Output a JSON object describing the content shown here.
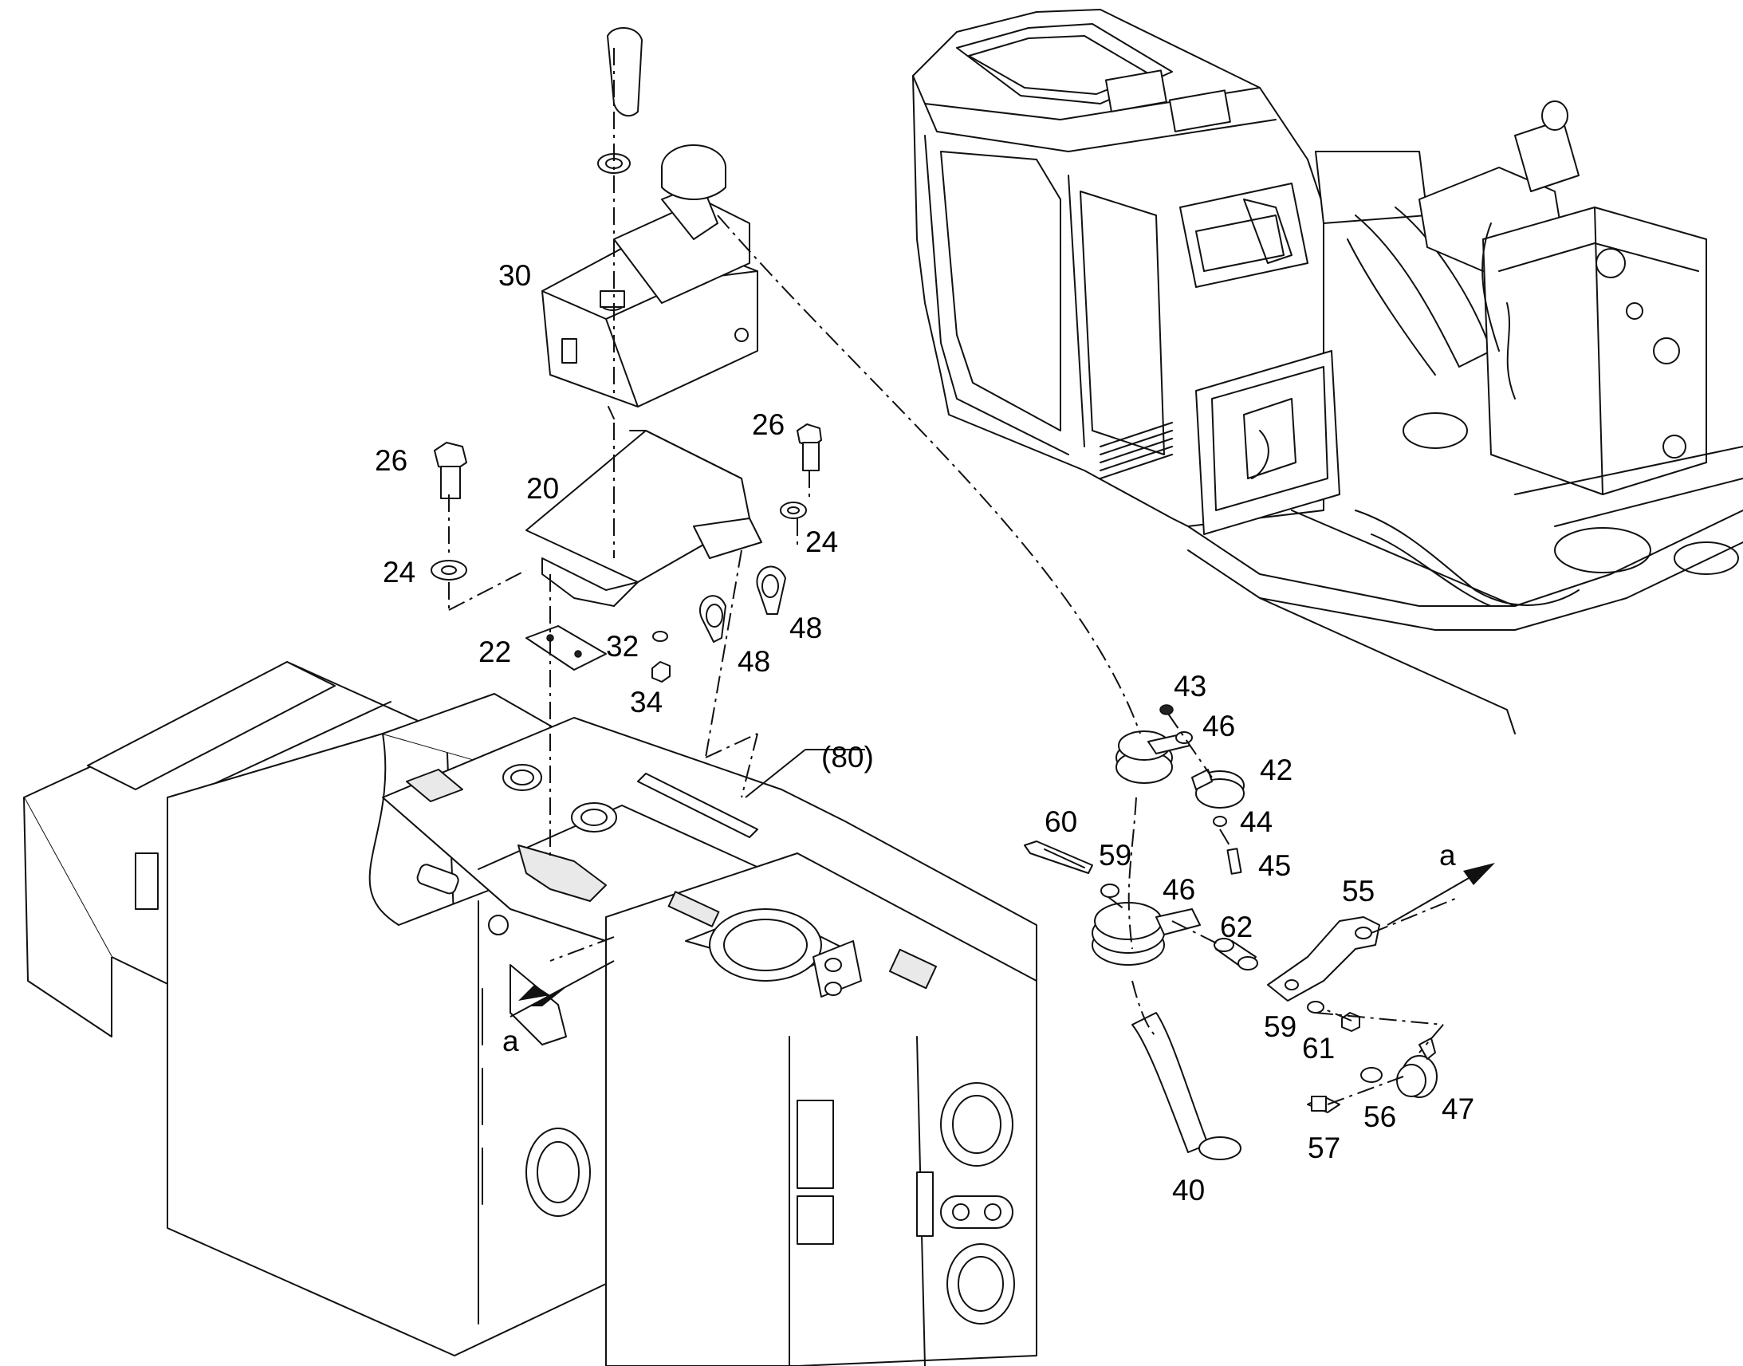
{
  "diagram": {
    "callouts": {
      "c30": "30",
      "c26a": "26",
      "c26b": "26",
      "c20": "20",
      "c24a": "24",
      "c24b": "24",
      "c22": "22",
      "c32": "32",
      "c34": "34",
      "c48a": "48",
      "c48b": "48",
      "c80": "(80)",
      "c43": "43",
      "c46a": "46",
      "c42": "42",
      "c44": "44",
      "c45": "45",
      "c60": "60",
      "c59a": "59",
      "c46b": "46",
      "c55": "55",
      "c62": "62",
      "c59b": "59",
      "c61": "61",
      "c56": "56",
      "c47": "47",
      "c57": "57",
      "c40": "40"
    },
    "view_marks": {
      "a_left": "a",
      "a_right": "a"
    }
  }
}
